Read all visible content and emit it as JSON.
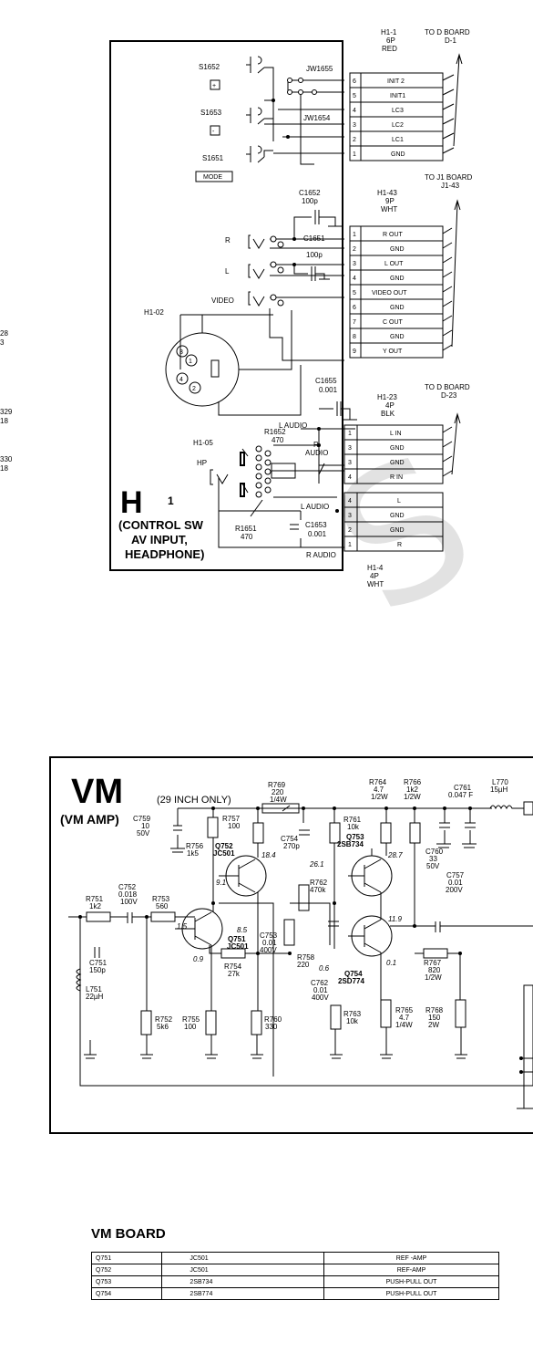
{
  "edge_fragments": [
    "28",
    "3",
    "329",
    "18",
    "330",
    "18"
  ],
  "h_board": {
    "title_main": "H",
    "title_num": "1",
    "subtitle_lines": [
      "(CONTROL SW",
      "AV INPUT,",
      "HEADPHONE)"
    ],
    "switches": [
      {
        "ref": "S1652",
        "symbol": "+"
      },
      {
        "ref": "S1653",
        "symbol": "-"
      },
      {
        "ref": "S1651",
        "symbol": "MODE"
      }
    ],
    "jumpers": [
      "JW1655",
      "JW1654"
    ],
    "jack_labels": [
      "R",
      "L",
      "VIDEO",
      "HP"
    ],
    "jack_refs": [
      "H1-02",
      "H1-05"
    ],
    "caps": [
      {
        "ref": "C1652",
        "value": "100p"
      },
      {
        "ref": "C1651",
        "value": "100p"
      },
      {
        "ref": "C1655",
        "value": "0.001"
      },
      {
        "ref": "C1653",
        "value": "0.001"
      }
    ],
    "resistors": [
      {
        "ref": "R1652",
        "value": "470"
      },
      {
        "ref": "R1651",
        "value": "470"
      }
    ],
    "net_labels": [
      "L AUDIO",
      "R AUDIO",
      "L AUDIO",
      "R AUDIO"
    ],
    "pin_nums": [
      "1",
      "2",
      "3",
      "4"
    ],
    "connectors": [
      {
        "ref": "H1-1",
        "pins": "6P",
        "wire": "RED",
        "dest": "TO D BOARD",
        "dest_pin": "D-1",
        "rows": [
          [
            "6",
            "INIT 2"
          ],
          [
            "5",
            "INIT1"
          ],
          [
            "4",
            "LC3"
          ],
          [
            "3",
            "LC2"
          ],
          [
            "2",
            "LC1"
          ],
          [
            "1",
            "GND"
          ]
        ]
      },
      {
        "ref": "H1-43",
        "pins": "9P",
        "wire": "WHT",
        "dest": "TO J1 BOARD",
        "dest_pin": "J1-43",
        "rows": [
          [
            "1",
            "R OUT"
          ],
          [
            "2",
            "GND"
          ],
          [
            "3",
            "L OUT"
          ],
          [
            "4",
            "GND"
          ],
          [
            "5",
            "VIDEO OUT"
          ],
          [
            "6",
            "GND"
          ],
          [
            "7",
            "C OUT"
          ],
          [
            "8",
            "GND"
          ],
          [
            "9",
            "Y OUT"
          ]
        ]
      },
      {
        "ref": "H1-23",
        "pins": "4P",
        "wire": "BLK",
        "dest": "TO D BOARD",
        "dest_pin": "D-23",
        "rows": [
          [
            "1",
            "L IN"
          ],
          [
            "3",
            "GND"
          ],
          [
            "3",
            "GND"
          ],
          [
            "4",
            "R IN"
          ]
        ]
      },
      {
        "ref": "H1-4",
        "pins": "4P",
        "wire": "WHT",
        "dest": "",
        "dest_pin": "",
        "rows": [
          [
            "4",
            "L"
          ],
          [
            "3",
            "GND"
          ],
          [
            "2",
            "GND"
          ],
          [
            "1",
            "R"
          ]
        ]
      }
    ]
  },
  "vm_board": {
    "title": "VM",
    "subtitle": "(VM AMP)",
    "note": "(29 INCH ONLY)",
    "parts": [
      {
        "ref": "R769",
        "lines": [
          "220",
          "1/4W"
        ]
      },
      {
        "ref": "R764",
        "lines": [
          "4.7",
          "1/2W"
        ]
      },
      {
        "ref": "R766",
        "lines": [
          "1k2",
          "1/2W"
        ]
      },
      {
        "ref": "C761",
        "lines": [
          "0.047 F"
        ]
      },
      {
        "ref": "L770",
        "lines": [
          "15µH"
        ]
      },
      {
        "ref": "C759",
        "lines": [
          "10",
          "50V"
        ]
      },
      {
        "ref": "R757",
        "lines": [
          "100"
        ]
      },
      {
        "ref": "R756",
        "lines": [
          "1k5"
        ]
      },
      {
        "ref": "C754",
        "lines": [
          "270p"
        ]
      },
      {
        "ref": "R761",
        "lines": [
          "10k"
        ]
      },
      {
        "ref": "C760",
        "lines": [
          "33",
          "50V"
        ]
      },
      {
        "ref": "C757",
        "lines": [
          "0.01",
          "200V"
        ]
      },
      {
        "ref": "R762",
        "lines": [
          "470k"
        ]
      },
      {
        "ref": "C752",
        "lines": [
          "0.018",
          "100V"
        ]
      },
      {
        "ref": "R751",
        "lines": [
          "1k2"
        ]
      },
      {
        "ref": "R753",
        "lines": [
          "560"
        ]
      },
      {
        "ref": "C753",
        "lines": [
          "0.01",
          "400V"
        ]
      },
      {
        "ref": "R758",
        "lines": [
          "220"
        ]
      },
      {
        "ref": "C762",
        "lines": [
          "0.01",
          "400V"
        ]
      },
      {
        "ref": "R767",
        "lines": [
          "820",
          "1/2W"
        ]
      },
      {
        "ref": "C751",
        "lines": [
          "150p"
        ]
      },
      {
        "ref": "L751",
        "lines": [
          "22µH"
        ]
      },
      {
        "ref": "R754",
        "lines": [
          "27k"
        ]
      },
      {
        "ref": "R752",
        "lines": [
          "5k6"
        ]
      },
      {
        "ref": "R755",
        "lines": [
          "100"
        ]
      },
      {
        "ref": "R760",
        "lines": [
          "330"
        ]
      },
      {
        "ref": "R763",
        "lines": [
          "10k"
        ]
      },
      {
        "ref": "R765",
        "lines": [
          "4.7",
          "1/4W"
        ]
      },
      {
        "ref": "R768",
        "lines": [
          "150",
          "2W"
        ]
      }
    ],
    "transistors": [
      {
        "ref": "Q752",
        "type": "JC501"
      },
      {
        "ref": "Q751",
        "type": "JC501"
      },
      {
        "ref": "Q753",
        "type": "2SB734"
      },
      {
        "ref": "Q754",
        "type": "2SD774"
      }
    ],
    "voltages": [
      "18.4",
      "26.1",
      "28.7",
      "9.1",
      "8.5",
      "11.9",
      "1.5",
      "0.9",
      "0.6",
      "0.1"
    ],
    "table_title": "VM BOARD",
    "table_rows": [
      [
        "Q751",
        "JC501",
        "REF -AMP"
      ],
      [
        "Q752",
        "JC501",
        "REF-AMP"
      ],
      [
        "Q753",
        "2SB734",
        "PUSH-PULL OUT"
      ],
      [
        "Q754",
        "2SB774",
        "PUSH-PULL OUT"
      ]
    ]
  },
  "watermark": "S"
}
